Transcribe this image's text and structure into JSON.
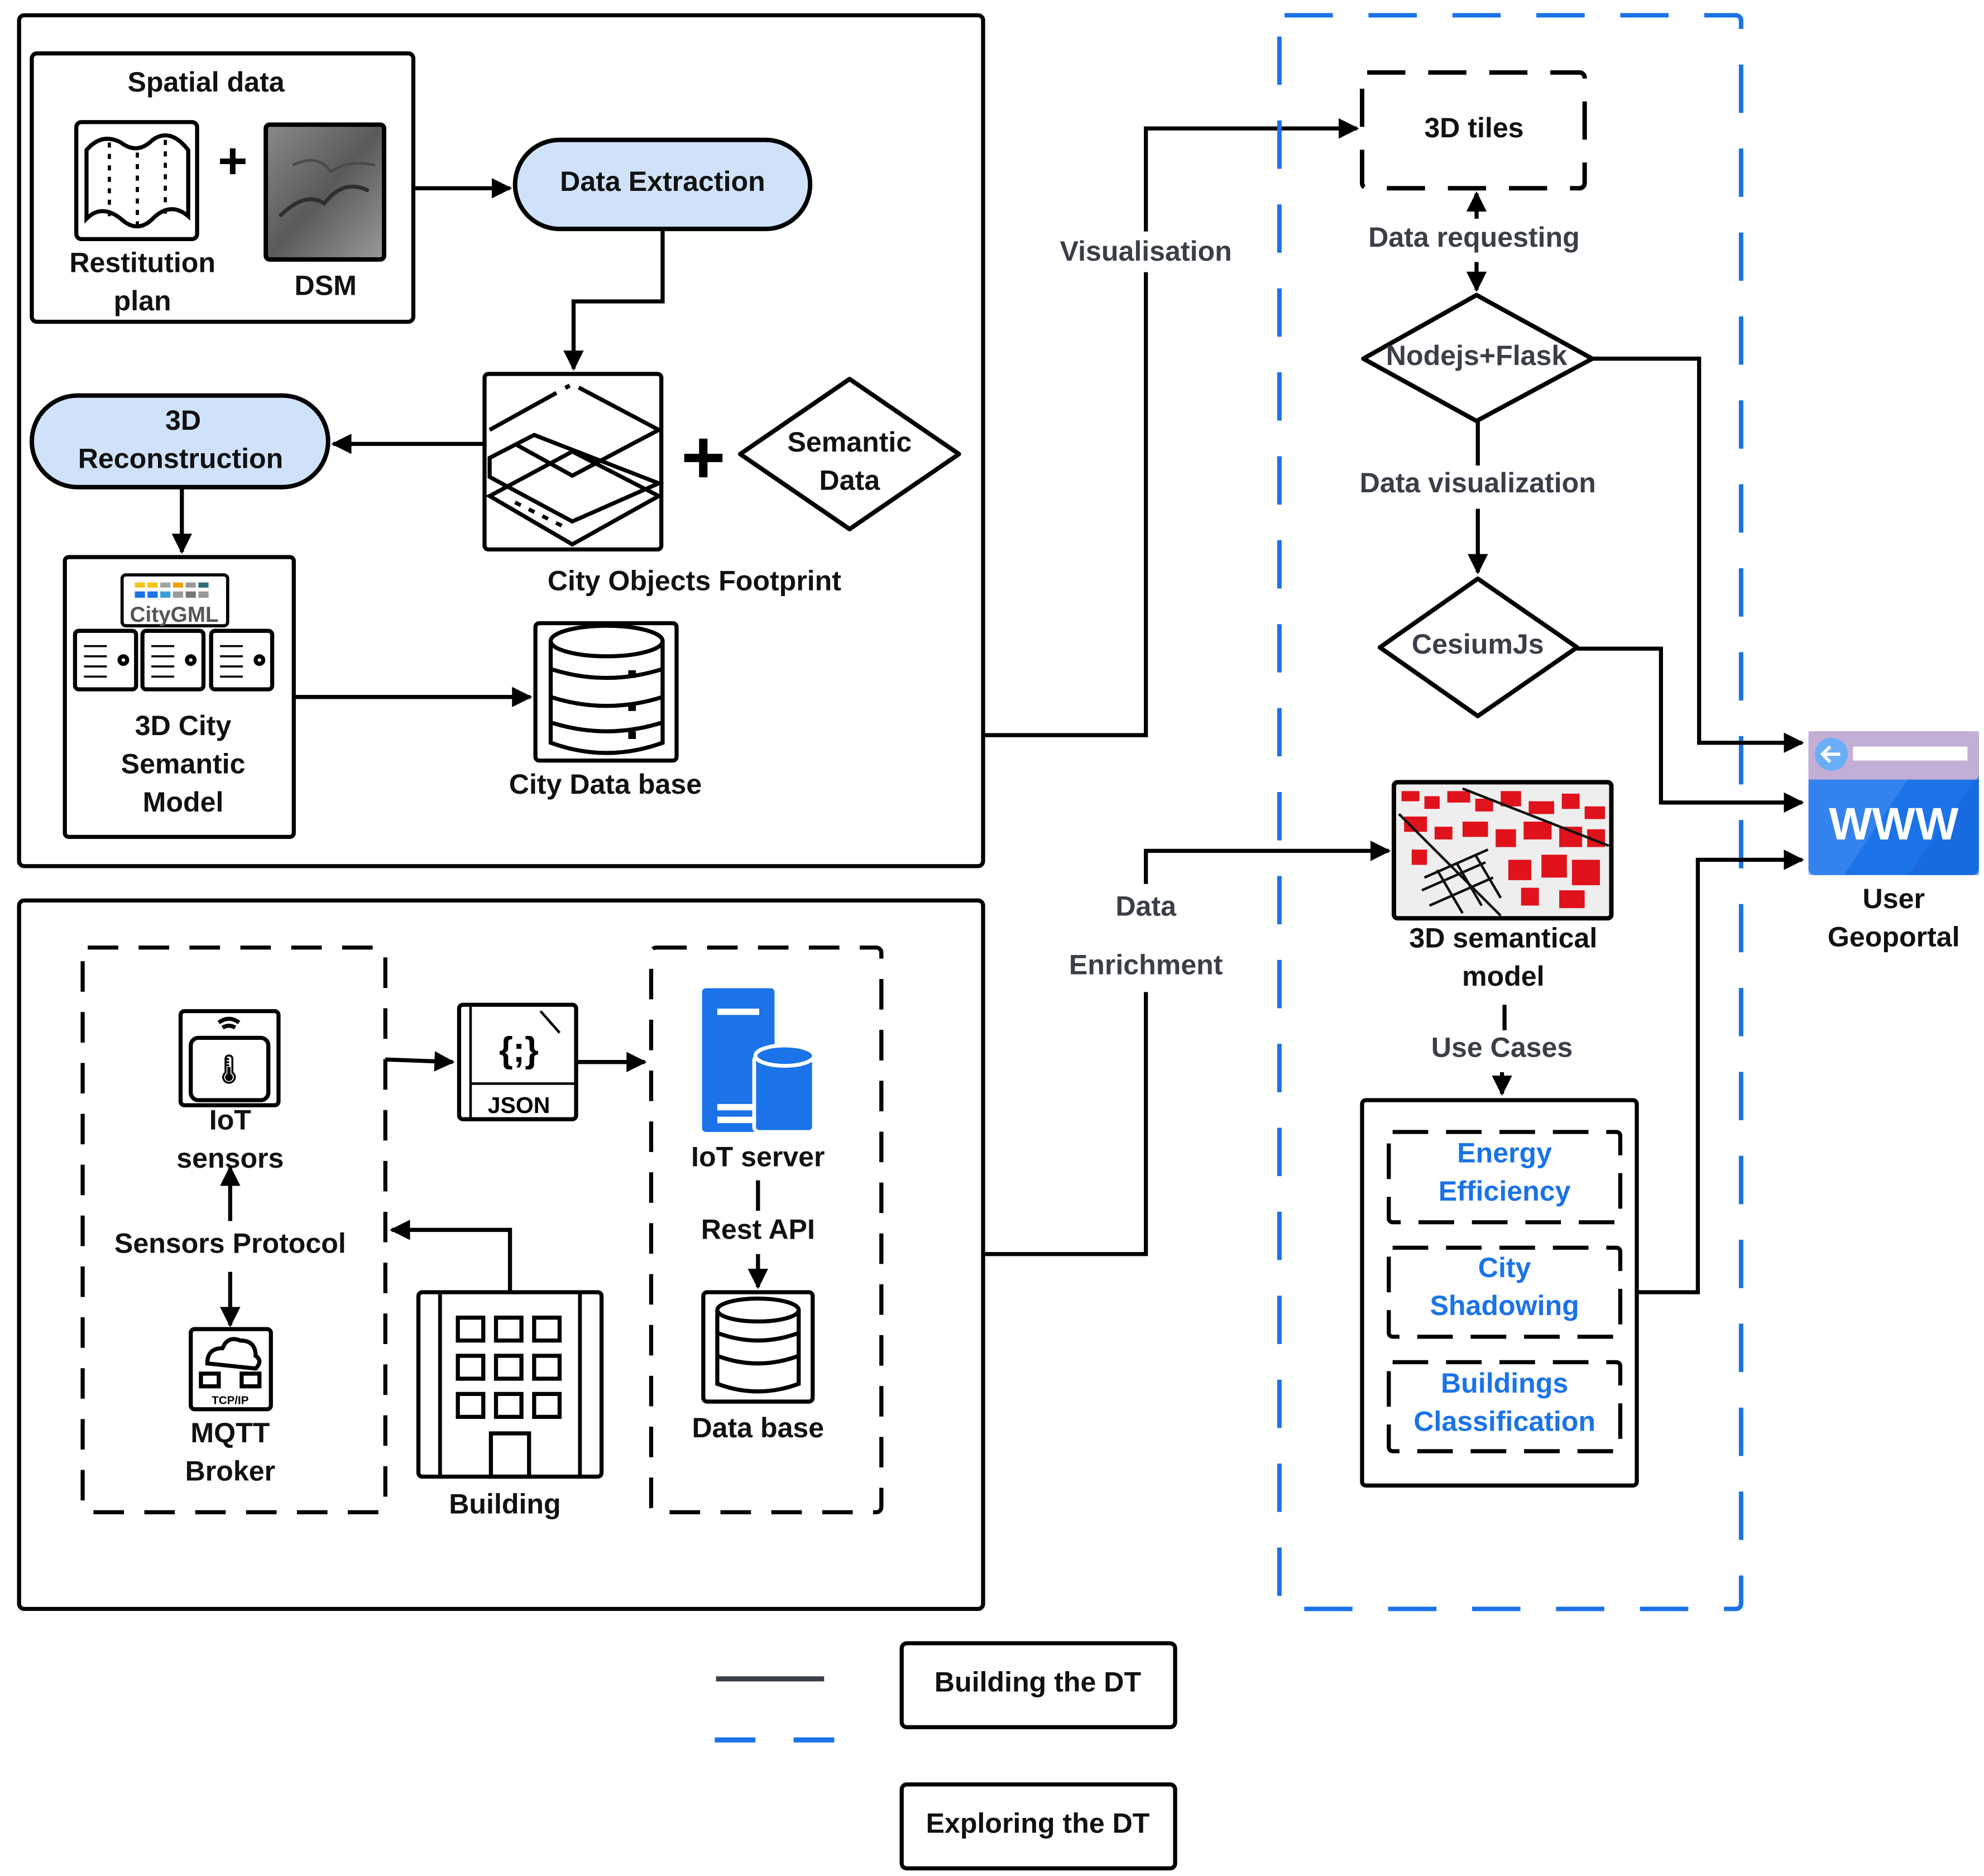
{
  "colors": {
    "blue_dash": "#1a73e8",
    "pill_fill": "#cfe2fa",
    "label_gray": "#3a3f47",
    "use_case_text": "#1a73e8",
    "www_header": "#c3aed6",
    "www_body": "#1a73e8",
    "legend_solid": "#3a3f47"
  },
  "building_dt": {
    "spatial_data": {
      "title": "Spatial  data",
      "restitution_label_1": "Restitution",
      "restitution_label_2": "plan",
      "dsm_label": "DSM",
      "plus": "+"
    },
    "data_extraction": "Data Extraction",
    "reconstruction": {
      "line1": "3D",
      "line2": "Reconstruction"
    },
    "footprint_label": "City Objects Footprint",
    "semantic_data": {
      "line1": "Semantic",
      "line2": "Data"
    },
    "city_model": {
      "badge": "CityGML",
      "line1": "3D City",
      "line2": "Semantic",
      "line3": "Model"
    },
    "city_database": "City Data base"
  },
  "iot": {
    "sensors": {
      "line1": "IoT",
      "line2": "sensors"
    },
    "protocol": "Sensors Protocol",
    "mqtt": {
      "line1": "MQTT",
      "line2": "Broker",
      "badge": "TCP/IP"
    },
    "json_badge": "JSON",
    "json_glyph": "{;}",
    "building": "Building",
    "iot_server": "IoT server",
    "rest_api": "Rest API",
    "database": "Data base"
  },
  "connectors": {
    "visualisation": "Visualisation",
    "data_enrichment_1": "Data",
    "data_enrichment_2": "Enrichment"
  },
  "exploring_dt": {
    "tiles": "3D tiles",
    "data_requesting": "Data requesting",
    "nodejs_flask": "Nodejs+Flask",
    "data_visualization": "Data visualization",
    "cesiumjs": "CesiumJs",
    "semantical_model": {
      "line1": "3D semantical",
      "line2": "model"
    },
    "use_cases_label": "Use Cases",
    "use_cases": [
      {
        "line1": "Energy",
        "line2": "Efficiency"
      },
      {
        "line1": "City",
        "line2": "Shadowing"
      },
      {
        "line1": "Buildings",
        "line2": "Classification"
      }
    ]
  },
  "geoportal": {
    "icon_text": "WWW",
    "line1": "User",
    "line2": "Geoportal"
  },
  "legend": {
    "solid_label": "Building the DT",
    "dashed_label": "Exploring the DT"
  }
}
